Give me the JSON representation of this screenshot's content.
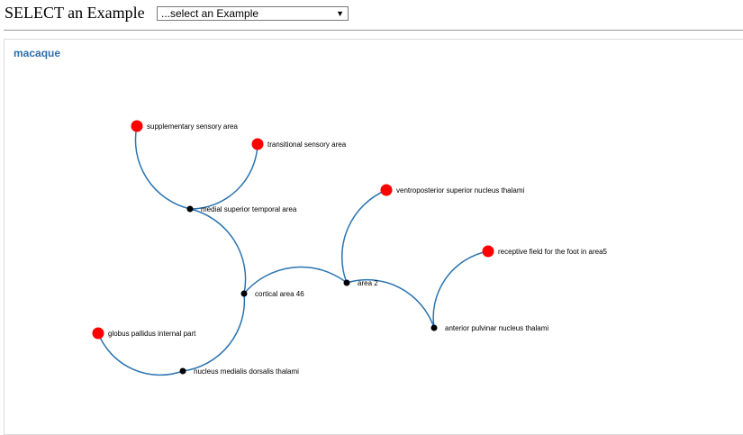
{
  "header": {
    "title": "SELECT an Example",
    "select_value": "...select an Example"
  },
  "panel": {
    "title": "macaque"
  },
  "graph": {
    "link_color": "#2a73b0",
    "leaf_color": "#ff0000",
    "inner_color": "#000000",
    "nodes": [
      {
        "id": "sup",
        "label": "supplementary sensory area",
        "kind": "leaf"
      },
      {
        "id": "trans",
        "label": "transitional sensory area",
        "kind": "leaf"
      },
      {
        "id": "mst",
        "label": "medial superior temporal area",
        "kind": "inner"
      },
      {
        "id": "vpst",
        "label": "ventroposterior superior nucleus thalami",
        "kind": "leaf"
      },
      {
        "id": "rf",
        "label": "receptive field for the foot in area5",
        "kind": "leaf"
      },
      {
        "id": "a2",
        "label": "area 2",
        "kind": "inner"
      },
      {
        "id": "c46",
        "label": "cortical area 46",
        "kind": "inner"
      },
      {
        "id": "apn",
        "label": "anterior pulvinar nucleus thalami",
        "kind": "inner"
      },
      {
        "id": "gp",
        "label": "globus pallidus internal part",
        "kind": "leaf"
      },
      {
        "id": "nmd",
        "label": "nucleus medialis dorsalis thalami",
        "kind": "inner"
      }
    ],
    "links": [
      [
        "sup",
        "mst"
      ],
      [
        "trans",
        "mst"
      ],
      [
        "mst",
        "c46"
      ],
      [
        "c46",
        "a2"
      ],
      [
        "vpst",
        "a2"
      ],
      [
        "a2",
        "apn"
      ],
      [
        "rf",
        "apn"
      ],
      [
        "c46",
        "nmd"
      ],
      [
        "gp",
        "nmd"
      ]
    ]
  }
}
